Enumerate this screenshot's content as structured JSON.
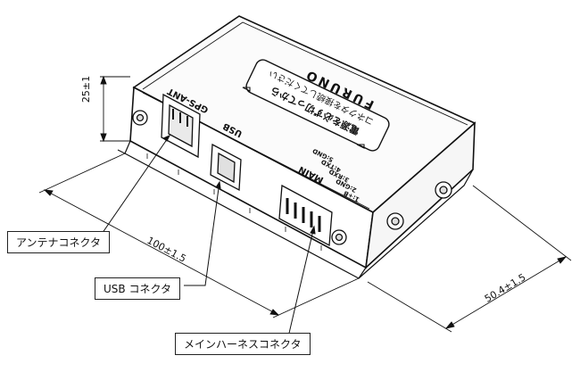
{
  "callouts": {
    "antenna": "アンテナコネクタ",
    "usb": "USB コネクタ",
    "main_harness": "メインハーネスコネクタ"
  },
  "dimensions": {
    "height": "25±1",
    "length": "100±1.5",
    "width": "50.4±1.5"
  },
  "device": {
    "brand": "FURUNO",
    "warning_line1": "電源を必ず切ってから",
    "warning_line2": "コネクタを接続してください",
    "port_gps_ant": "GPS-ANT",
    "port_usb": "USB",
    "port_main": "MAIN",
    "main_pins": [
      "1:+B",
      "2:GND",
      "3:RXD",
      "4:TXD",
      "5:GND"
    ]
  }
}
